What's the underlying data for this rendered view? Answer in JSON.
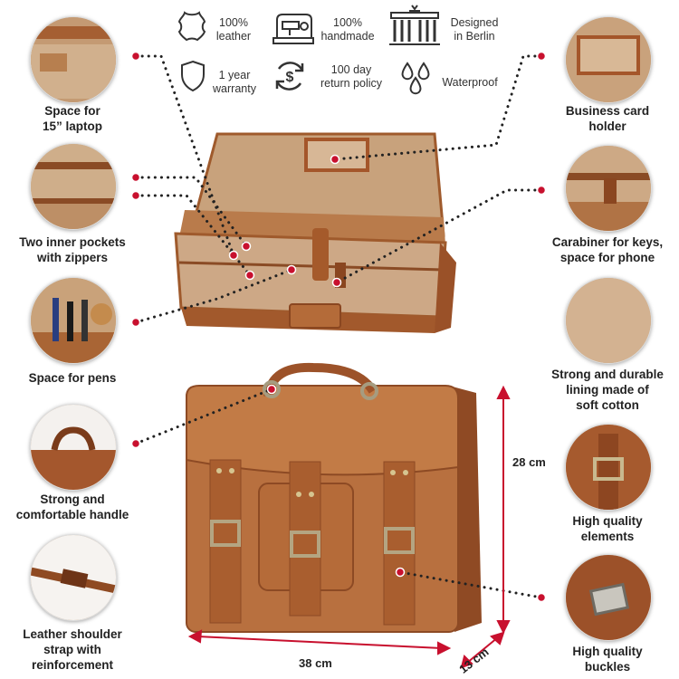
{
  "features": [
    {
      "icon": "leather-hide-icon",
      "line1": "100%",
      "line2": "leather"
    },
    {
      "icon": "sewing-machine-icon",
      "line1": "100%",
      "line2": "handmade"
    },
    {
      "icon": "brandenburg-gate-icon",
      "line1": "Designed",
      "line2": "in Berlin"
    },
    {
      "icon": "shield-icon",
      "line1": "1 year",
      "line2": "warranty"
    },
    {
      "icon": "return-dollar-icon",
      "line1": "100 day",
      "line2": "return policy"
    },
    {
      "icon": "water-drops-icon",
      "line1": "Waterproof",
      "line2": ""
    }
  ],
  "left": [
    {
      "line1": "Space for",
      "line2": "15” laptop"
    },
    {
      "line1": "Two inner pockets",
      "line2": "with zippers"
    },
    {
      "line1": "Space for pens",
      "line2": ""
    },
    {
      "line1": "Strong and",
      "line2": "comfortable handle"
    },
    {
      "line1": "Leather shoulder",
      "line2": "strap with",
      "line3": "reinforcement"
    }
  ],
  "right": [
    {
      "line1": "Business card",
      "line2": "holder",
      "line3": ""
    },
    {
      "line1": "Carabiner for keys,",
      "line2": "space for phone",
      "line3": ""
    },
    {
      "line1": "Strong and durable",
      "line2": "lining made of",
      "line3": "soft cotton"
    },
    {
      "line1": "High quality",
      "line2": "elements",
      "line3": ""
    },
    {
      "line1": "High quality",
      "line2": "buckles",
      "line3": ""
    }
  ],
  "dimensions": {
    "height": "28 cm",
    "width": "38 cm",
    "depth": "13 cm"
  },
  "colors": {
    "leather": "#b8703f",
    "lining": "#c8a27c",
    "accent": "#c8102e",
    "dots": "#222222"
  }
}
